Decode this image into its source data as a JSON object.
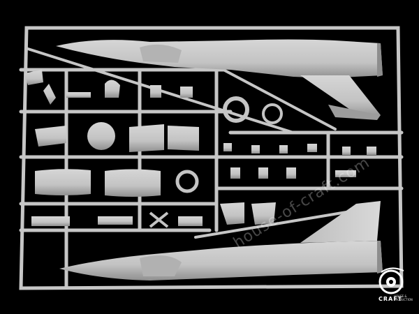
{
  "watermark": "house-of-craft.com",
  "logo": {
    "text": "CRAFT",
    "sub": "HOUSE & PRODUCTION"
  },
  "colors": {
    "background": "#000000",
    "plastic": "#c8c8c8",
    "plastic_shade": "#9a9a9a",
    "watermark": "#ffffff"
  }
}
